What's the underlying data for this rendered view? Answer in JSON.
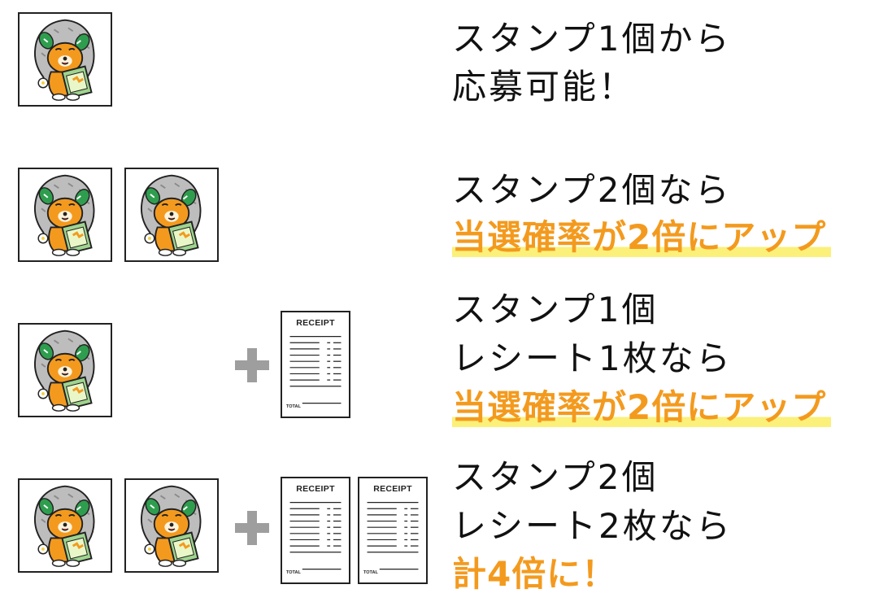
{
  "rows": [
    {
      "lines": [
        "スタンプ1個から",
        "応募可能！"
      ]
    },
    {
      "lines": [
        "スタンプ2個なら"
      ],
      "highlight": "当選確率が2倍にアップ"
    },
    {
      "lines": [
        "スタンプ1個",
        "レシート1枚なら"
      ],
      "highlight": "当選確率が2倍にアップ"
    },
    {
      "lines": [
        "スタンプ2個",
        "レシート2枚なら"
      ],
      "highlight": "計4倍に！"
    }
  ],
  "receipt": {
    "title": "RECEIPT",
    "total": "TOTAL"
  },
  "icons": {
    "stamp": "mascot-stamp-icon",
    "plus": "plus-icon",
    "receipt": "receipt-icon"
  },
  "colors": {
    "highlight_text": "#f39a1e",
    "highlight_marker": "#fbf07a",
    "plus": "#9e9e9e",
    "mascot_orange": "#f39a1e"
  }
}
